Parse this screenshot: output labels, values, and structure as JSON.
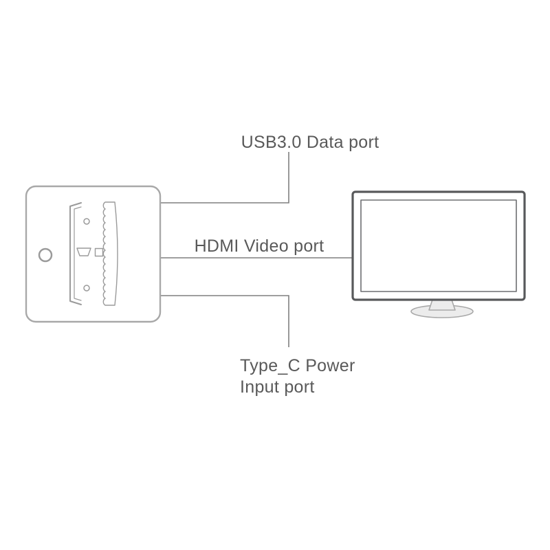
{
  "labels": {
    "usb": "USB3.0 Data port",
    "hdmi": "HDMI Video port",
    "typec_line1": "Type_C Power",
    "typec_line2": "Input port"
  },
  "colors": {
    "background": "#ffffff",
    "text": "#595959",
    "connector_line": "#7f7f7f",
    "device_outline": "#a8a8a8",
    "device_detail": "#9a9a9a",
    "monitor_outline": "#58595b",
    "monitor_screen": "#6d6e71",
    "stand_fill": "#ececec",
    "stand_stroke": "#a8a8a8"
  }
}
